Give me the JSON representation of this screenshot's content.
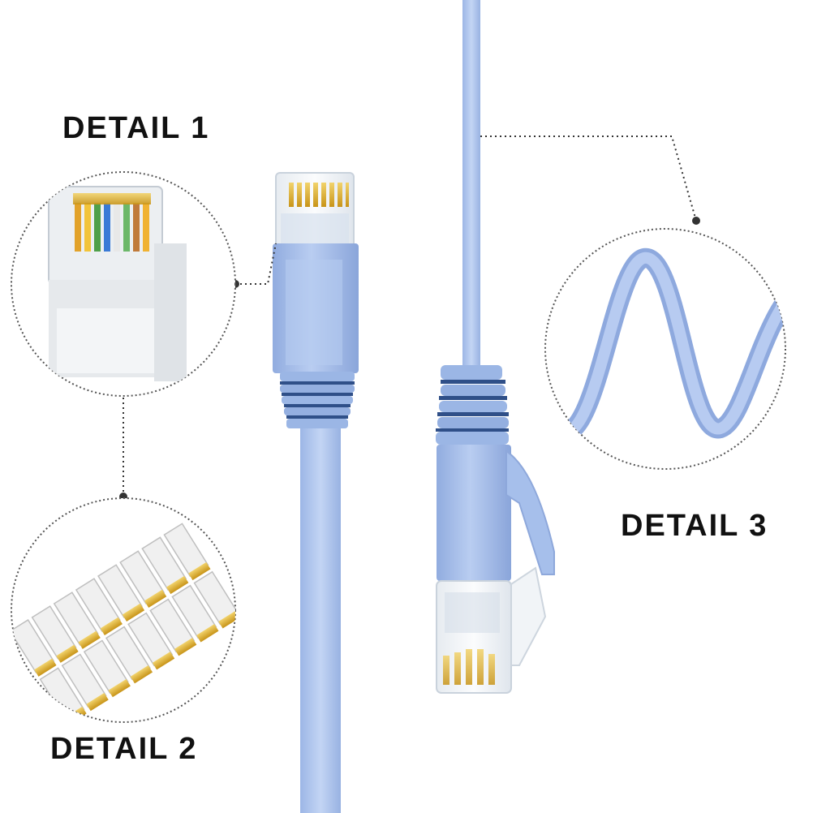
{
  "labels": {
    "detail1": "DETAIL 1",
    "detail2": "DETAIL 2",
    "detail3": "DETAIL 3"
  },
  "colors": {
    "cable": "#a9c3ee",
    "cable_dark": "#7f9fd8",
    "cable_light": "#c6d8f5",
    "gold": "#e0b43a",
    "plastic": "#eef1f4",
    "dots": "#333333"
  }
}
